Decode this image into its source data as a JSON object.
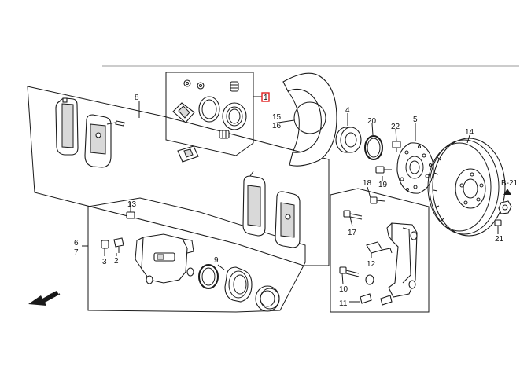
{
  "labels": {
    "l1": "1",
    "l2": "2",
    "l3": "3",
    "l4": "4",
    "l5": "5",
    "l6": "6",
    "l7": "7",
    "l8": "8",
    "l9": "9",
    "l10": "10",
    "l11": "11",
    "l12": "12",
    "l13": "13",
    "l14": "14",
    "l15": "15",
    "l16": "16",
    "l17": "17",
    "l18": "18",
    "l19": "19",
    "l20": "20",
    "l21": "21",
    "l22": "22",
    "ref": "B-21",
    "front": "FR."
  },
  "colors": {
    "line": "#1a1a1a",
    "highlight": "#e02020",
    "rule": "#9a9a9a"
  }
}
